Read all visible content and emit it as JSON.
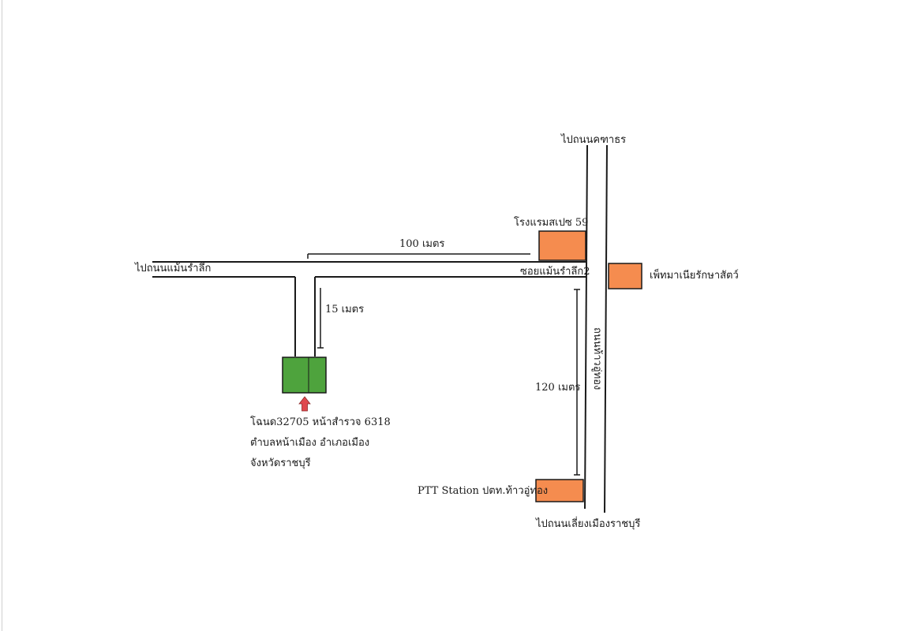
{
  "labels": {
    "north_road": "ไปถนนคฑาธร",
    "west_road": "ไปถนนแม้นรำลึก",
    "hotel": "โรงแรมสเปซ 59",
    "dist_100": "100 เมตร",
    "soi": "ซอยแม้นรำลึก2",
    "petmania": "เพ็ทมาเนียรักษาสัตว์",
    "dist_15": "15 เมตร",
    "main_road": "ถนนท้าวอู่ทอง",
    "dist_120": "120 เมตร",
    "ptt": "PTT Station ปตท.ท้าวอู่ทอง",
    "south_road": "ไปถนนเลี่ยงเมืองราชบุรี",
    "deed_line1": "โฉนด32705 หน้าสำรวจ 6318",
    "deed_line2": "ตำบลหน้าเมือง อำเภอเมือง",
    "deed_line3": "จังหวัดราชบุรี"
  },
  "colors": {
    "landmark": "#f58c4f",
    "plot": "#4ea33d",
    "arrow": "#e0484d",
    "road": "#1a1a1a"
  },
  "icons": {
    "plot_marker": "up-arrow-icon"
  }
}
